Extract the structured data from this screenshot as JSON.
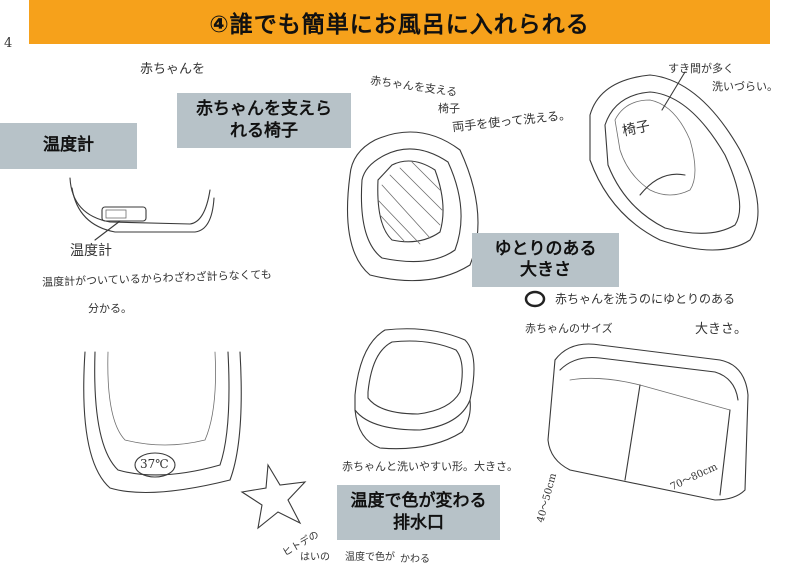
{
  "banner": {
    "title": "④誰でも簡単にお風呂に入れられる"
  },
  "labels": {
    "thermometer": "温度計",
    "chair": [
      "赤ちゃんを支えら",
      "れる椅子"
    ],
    "roomy": [
      "ゆとりのある",
      "大きさ"
    ],
    "drain": [
      "温度で色が変わる",
      "排水口"
    ]
  },
  "handwritten": {
    "baby_top": "赤ちゃんを",
    "thermo_label": "温度計",
    "thermo_note": "温度計がついているからわざわざ計らなくても",
    "thermo_note2": "分かる。",
    "temp_display": "37℃",
    "support_note1": "赤ちゃんを支える",
    "support_note2": "椅子",
    "support_note3": "両手を使って洗える。",
    "gap_note1": "すき間が多く",
    "gap_note2": "洗いづらい。",
    "chair_word": "椅子",
    "roomy_note": "赤ちゃんを洗うのにゆとりのある",
    "baby_size": "赤ちゃんのサイズ",
    "size_word": "大きさ。",
    "shape_note": "赤ちゃんと洗いやすい形。大きさ。",
    "dim1": "40〜50cm",
    "dim2": "70〜80cm",
    "drain_note1": "ヒトデの",
    "drain_note2": "はいの",
    "drain_note3": "温度で色が",
    "drain_note4": "かわる",
    "page_corner": "4"
  }
}
